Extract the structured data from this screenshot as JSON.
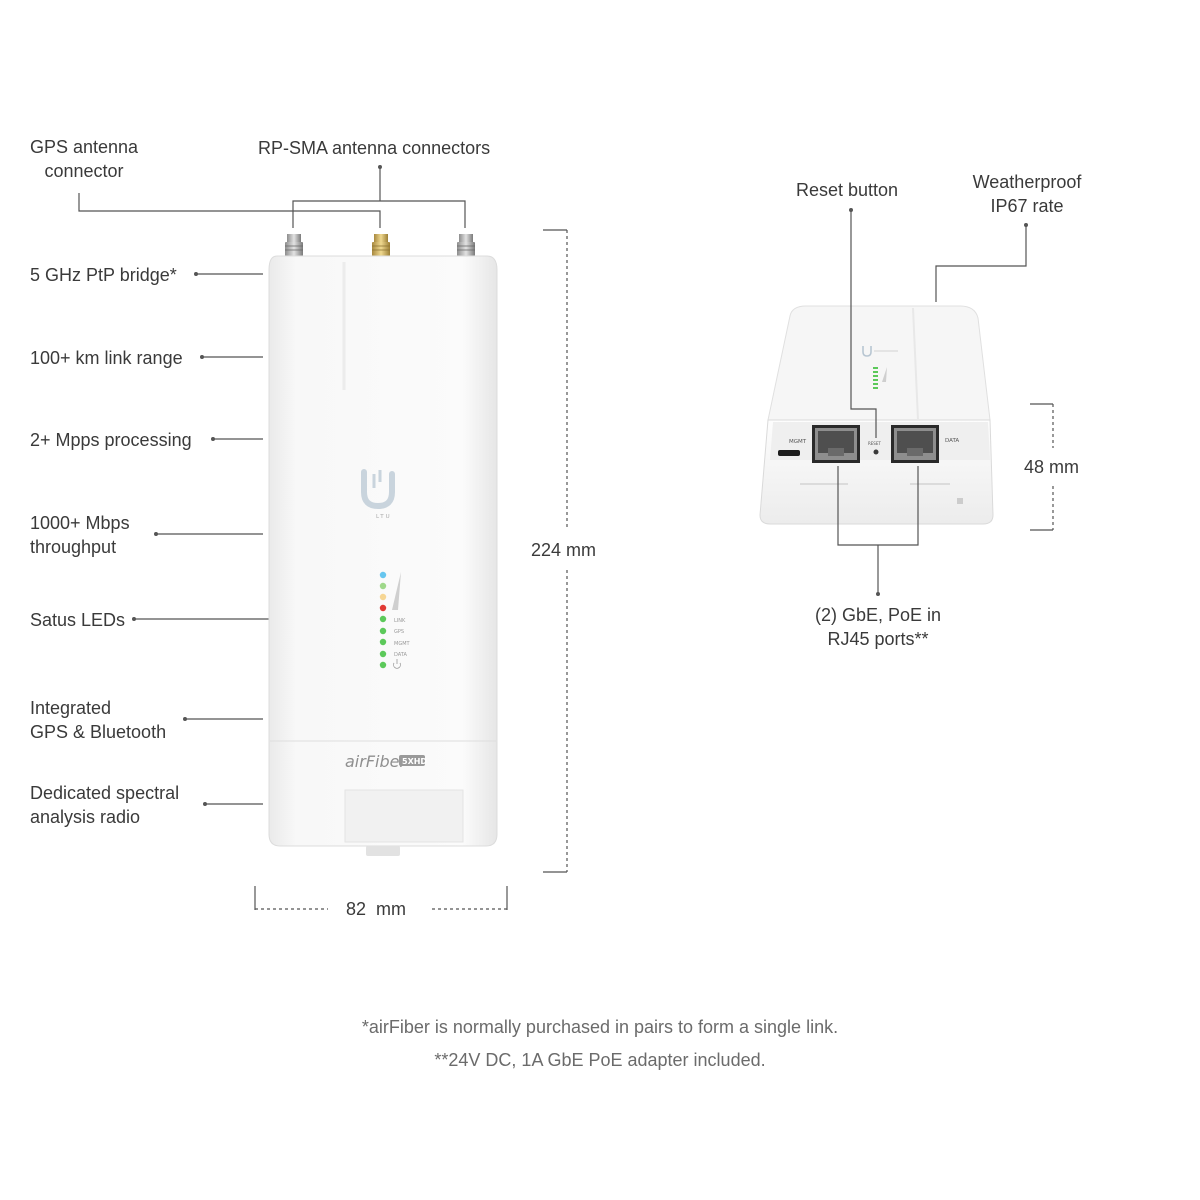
{
  "callouts": {
    "gps_antenna": [
      "GPS antenna",
      "connector"
    ],
    "rpsma": "RP-SMA antenna connectors",
    "ptp_bridge": "5 GHz PtP bridge*",
    "link_range": "100+ km link range",
    "mpps": "2+ Mpps processing",
    "throughput": [
      "1000+ Mbps",
      "throughput"
    ],
    "status_leds": "Satus LEDs",
    "gps_bt": [
      "Integrated",
      "GPS & Bluetooth"
    ],
    "spectral": [
      "Dedicated spectral",
      "analysis radio"
    ],
    "reset_button": "Reset button",
    "weatherproof": [
      "Weatherproof",
      "IP67 rate"
    ],
    "ports": [
      "(2) GbE, PoE in",
      "RJ45 ports**"
    ]
  },
  "dimensions": {
    "height": "224 mm",
    "width_value": "82",
    "width_unit": "mm",
    "depth": "48 mm"
  },
  "device": {
    "logo_caption": "LTU",
    "brand": "airFiber",
    "badge": "5XHD",
    "led_labels": [
      "LINK",
      "GPS",
      "MGMT",
      "DATA"
    ],
    "port_labels": {
      "mgmt": "MGMT",
      "reset": "RESET",
      "data": "DATA"
    }
  },
  "footnotes": [
    "*airFiber is normally purchased in pairs to form a single link.",
    "**24V DC, 1A GbE PoE adapter included."
  ]
}
